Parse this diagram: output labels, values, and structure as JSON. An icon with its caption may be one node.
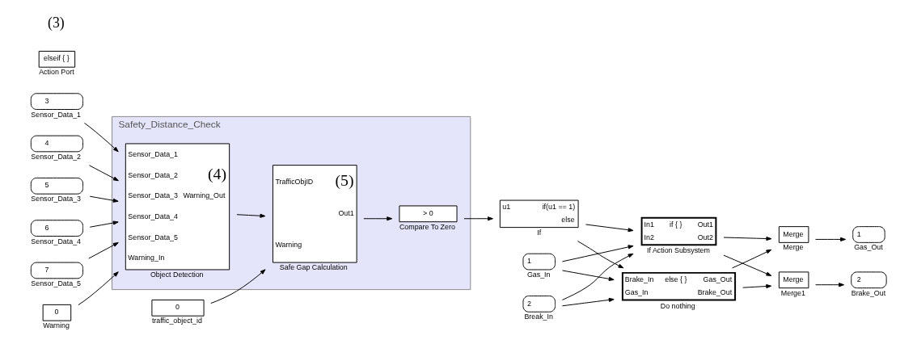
{
  "diagram": {
    "nodes": [
      {
        "text": [
          "Safety_Distance_Check"
        ]
      },
      {
        "text": [
          "Sensor_Data_1",
          "Sensor_Data_2",
          "(4)",
          "Sensor_Data_3",
          "Warning_Out",
          "Sensor_Data_4",
          "Sensor_Data_5",
          "Warning_In"
        ],
        "beside": [
          "Object Detection"
        ],
        "in": 0
      },
      {
        "text": [
          "TrafficObjID",
          "(5)",
          "Out1",
          "Warning"
        ],
        "beside": [
          "Safe Gap Calculation"
        ],
        "in": 0
      },
      {
        "text": [
          "> 0"
        ],
        "beside": [
          "Compare To Zero"
        ],
        "in": 0
      },
      {
        "text": [
          "0"
        ],
        "beside": [
          "traffic_object_id"
        ]
      },
      {
        "text": [
          "3"
        ],
        "beside": [
          "Sensor_Data_1"
        ]
      },
      {
        "text": [
          "4"
        ],
        "beside": [
          "Sensor_Data_2"
        ]
      },
      {
        "text": [
          "5"
        ],
        "beside": [
          "Sensor_Data_3"
        ]
      },
      {
        "text": [
          "6"
        ],
        "beside": [
          "Sensor_Data_4"
        ]
      },
      {
        "text": [
          "7"
        ],
        "beside": [
          "Sensor_Data_5"
        ]
      },
      {
        "text": [
          "0"
        ],
        "beside": [
          "Warning"
        ]
      },
      {
        "text": [
          "u1",
          "if(u1 == 1)",
          "else"
        ],
        "beside": [
          "If"
        ]
      },
      {
        "text": [
          "1"
        ],
        "beside": [
          "Gas_In"
        ]
      },
      {
        "text": [
          "2"
        ],
        "beside": [
          "Break_In"
        ]
      },
      {
        "text": [
          "In1",
          "if { }",
          "Out1",
          "In2",
          "Out2"
        ],
        "beside": [
          "If Action Subsystem"
        ]
      },
      {
        "text": [
          "Brake_In",
          "else { }",
          "Gas_Out",
          "Gas_In",
          "Brake_Out"
        ],
        "beside": [
          "Do nothing"
        ]
      },
      {
        "text": [
          "Merge"
        ],
        "beside": [
          "Merge"
        ]
      },
      {
        "text": [
          "Merge"
        ],
        "beside": [
          "Merge1"
        ]
      },
      {
        "text": [
          "1"
        ],
        "beside": [
          "Gas_Out"
        ]
      },
      {
        "text": [
          "2"
        ],
        "beside": [
          "Brake_Out"
        ]
      },
      {
        "text": [
          "elseif { }"
        ],
        "beside": [
          "Action Port"
        ]
      }
    ],
    "edges": [
      {
        "from": 5,
        "to": 1,
        "arrow": "to"
      },
      {
        "from": 6,
        "to": 1,
        "arrow": "to"
      },
      {
        "from": 7,
        "to": 1,
        "arrow": "to"
      },
      {
        "from": 8,
        "to": 1,
        "arrow": "to"
      },
      {
        "from": 9,
        "to": 1,
        "arrow": "to"
      },
      {
        "from": 10,
        "to": 1,
        "arrow": "to"
      },
      {
        "from": 4,
        "to": 2,
        "arrow": "to"
      },
      {
        "from": 1,
        "to": 2,
        "arrow": "to"
      },
      {
        "from": 2,
        "to": 3,
        "arrow": "to"
      },
      {
        "from": 3,
        "to": 11,
        "arrow": "to"
      },
      {
        "from": 11,
        "to": 14,
        "arrow": "to"
      },
      {
        "from": 11,
        "to": 15,
        "arrow": "to"
      },
      {
        "from": 12,
        "to": 14,
        "arrow": "to"
      },
      {
        "from": 12,
        "to": 15,
        "arrow": "to"
      },
      {
        "from": 13,
        "to": 14,
        "arrow": "to"
      },
      {
        "from": 13,
        "to": 15,
        "arrow": "to"
      },
      {
        "from": 14,
        "to": 16,
        "arrow": "to"
      },
      {
        "from": 14,
        "to": 17,
        "arrow": "to"
      },
      {
        "from": 15,
        "to": 16,
        "arrow": "to"
      },
      {
        "from": 15,
        "to": 17,
        "arrow": "to"
      },
      {
        "from": 16,
        "to": 18,
        "arrow": "to"
      },
      {
        "from": 17,
        "to": 19,
        "arrow": "to"
      }
    ],
    "labels": [
      "(3)"
    ]
  }
}
